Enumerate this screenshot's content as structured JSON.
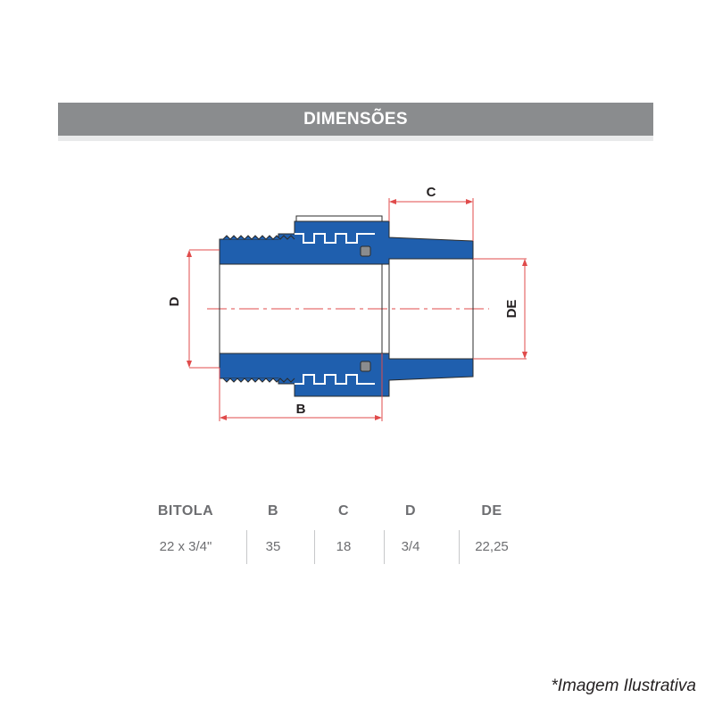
{
  "header": {
    "title": "DIMENSÕES"
  },
  "drawing": {
    "labels": {
      "b": "B",
      "c": "C",
      "d": "D",
      "de": "DE"
    },
    "colors": {
      "part": "#1f5fae",
      "dimension": "#e04b4b",
      "outline": "#2b2b2b"
    }
  },
  "table": {
    "headers": [
      "BITOLA",
      "B",
      "C",
      "D",
      "DE"
    ],
    "rows": [
      [
        "22 x 3/4\"",
        "35",
        "18",
        "3/4",
        "22,25"
      ]
    ]
  },
  "footnote": "*Imagem Ilustrativa"
}
